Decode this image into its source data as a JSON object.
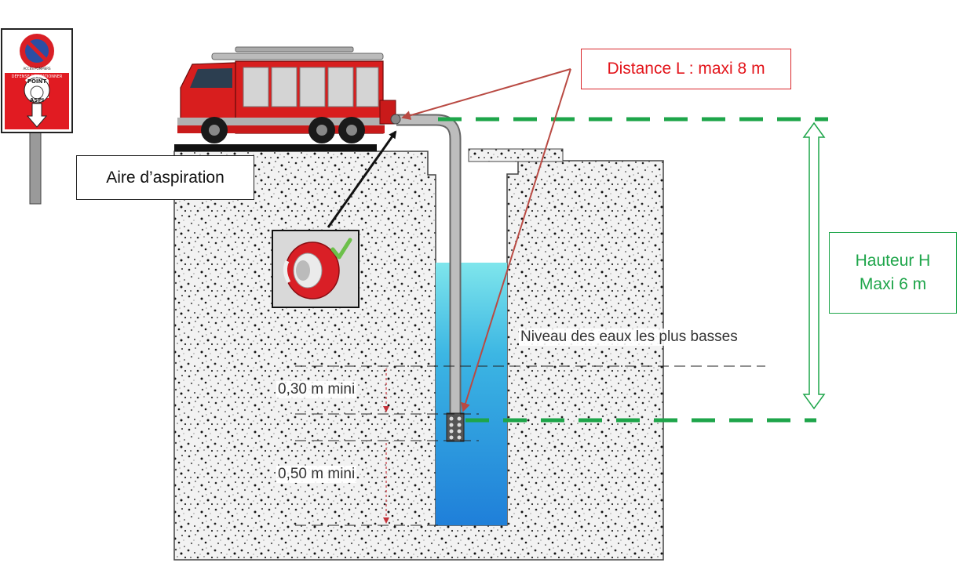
{
  "labels": {
    "aire": "Aire d’aspiration",
    "distance": "Distance L : maxi 8 m",
    "hauteur_line1": "Hauteur H",
    "hauteur_line2": "Maxi 6 m",
    "niveau": "Niveau des eaux les plus basses",
    "dim1": "0,30 m mini",
    "dim2": "0,50 m mini"
  },
  "sign": {
    "top_text": "DÉFENSE DE STATIONNER",
    "bottom_text": "ACCÈS POMPIERS",
    "point_line1": "POINT",
    "point_line2": "ASPI"
  },
  "colors": {
    "red": "#e3151b",
    "green": "#1ea54a",
    "arrow": "#b94a43",
    "water_top": "#7fe6ec",
    "water_bottom": "#1f7fd9",
    "sign_blue": "#2a4ea3"
  },
  "icons": {
    "truck": "fire-truck-icon",
    "coupling": "hose-coupling-icon",
    "check": "checkmark-icon",
    "sign": "parking-sign-icon"
  }
}
